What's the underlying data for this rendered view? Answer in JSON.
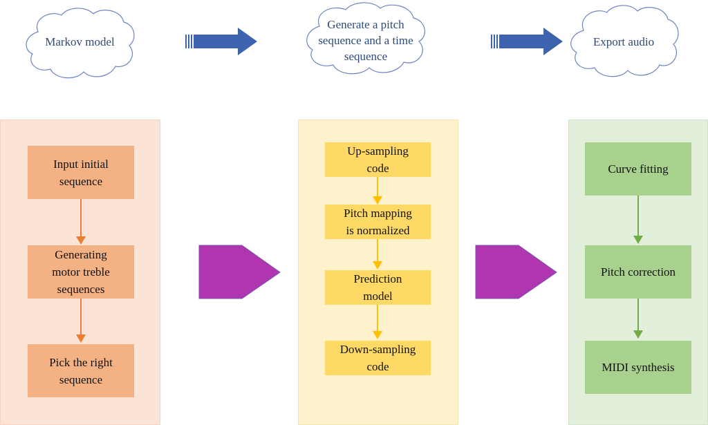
{
  "colors": {
    "cloud_stroke": "#6b85c0",
    "cloud_text": "#2f4a7a",
    "blue_arrow": "#3e63ae",
    "magenta_arrow": "#b036b0",
    "orange_panel": "#fbe3d6",
    "orange_box": "#f4b183",
    "orange_arrow": "#ed7d31",
    "yellow_panel": "#fef2cc",
    "yellow_box": "#ffd966",
    "yellow_arrow": "#ffc000",
    "green_panel": "#e2efda",
    "green_box": "#a9d18e",
    "green_arrow": "#70ad47"
  },
  "top_row": {
    "clouds": [
      {
        "label": "Markov model"
      },
      {
        "label": "Generate a pitch sequence and a time sequence",
        "lines": [
          "Generate a pitch",
          "sequence and a time",
          "sequence"
        ]
      },
      {
        "label": "Export audio"
      }
    ]
  },
  "stages": [
    {
      "name": "markov",
      "steps": [
        {
          "lines": [
            "Input initial",
            "sequence"
          ]
        },
        {
          "lines": [
            "Generating",
            "motor treble",
            "sequences"
          ]
        },
        {
          "lines": [
            "Pick the right",
            "sequence"
          ]
        }
      ]
    },
    {
      "name": "generation",
      "steps": [
        {
          "lines": [
            "Up-sampling",
            "code"
          ]
        },
        {
          "lines": [
            "Pitch mapping",
            "is normalized"
          ]
        },
        {
          "lines": [
            "Prediction",
            "model"
          ]
        },
        {
          "lines": [
            "Down-sampling",
            "code"
          ]
        }
      ]
    },
    {
      "name": "export",
      "steps": [
        {
          "lines": [
            "Curve fitting"
          ]
        },
        {
          "lines": [
            "Pitch correction"
          ]
        },
        {
          "lines": [
            "MIDI synthesis"
          ]
        }
      ]
    }
  ]
}
